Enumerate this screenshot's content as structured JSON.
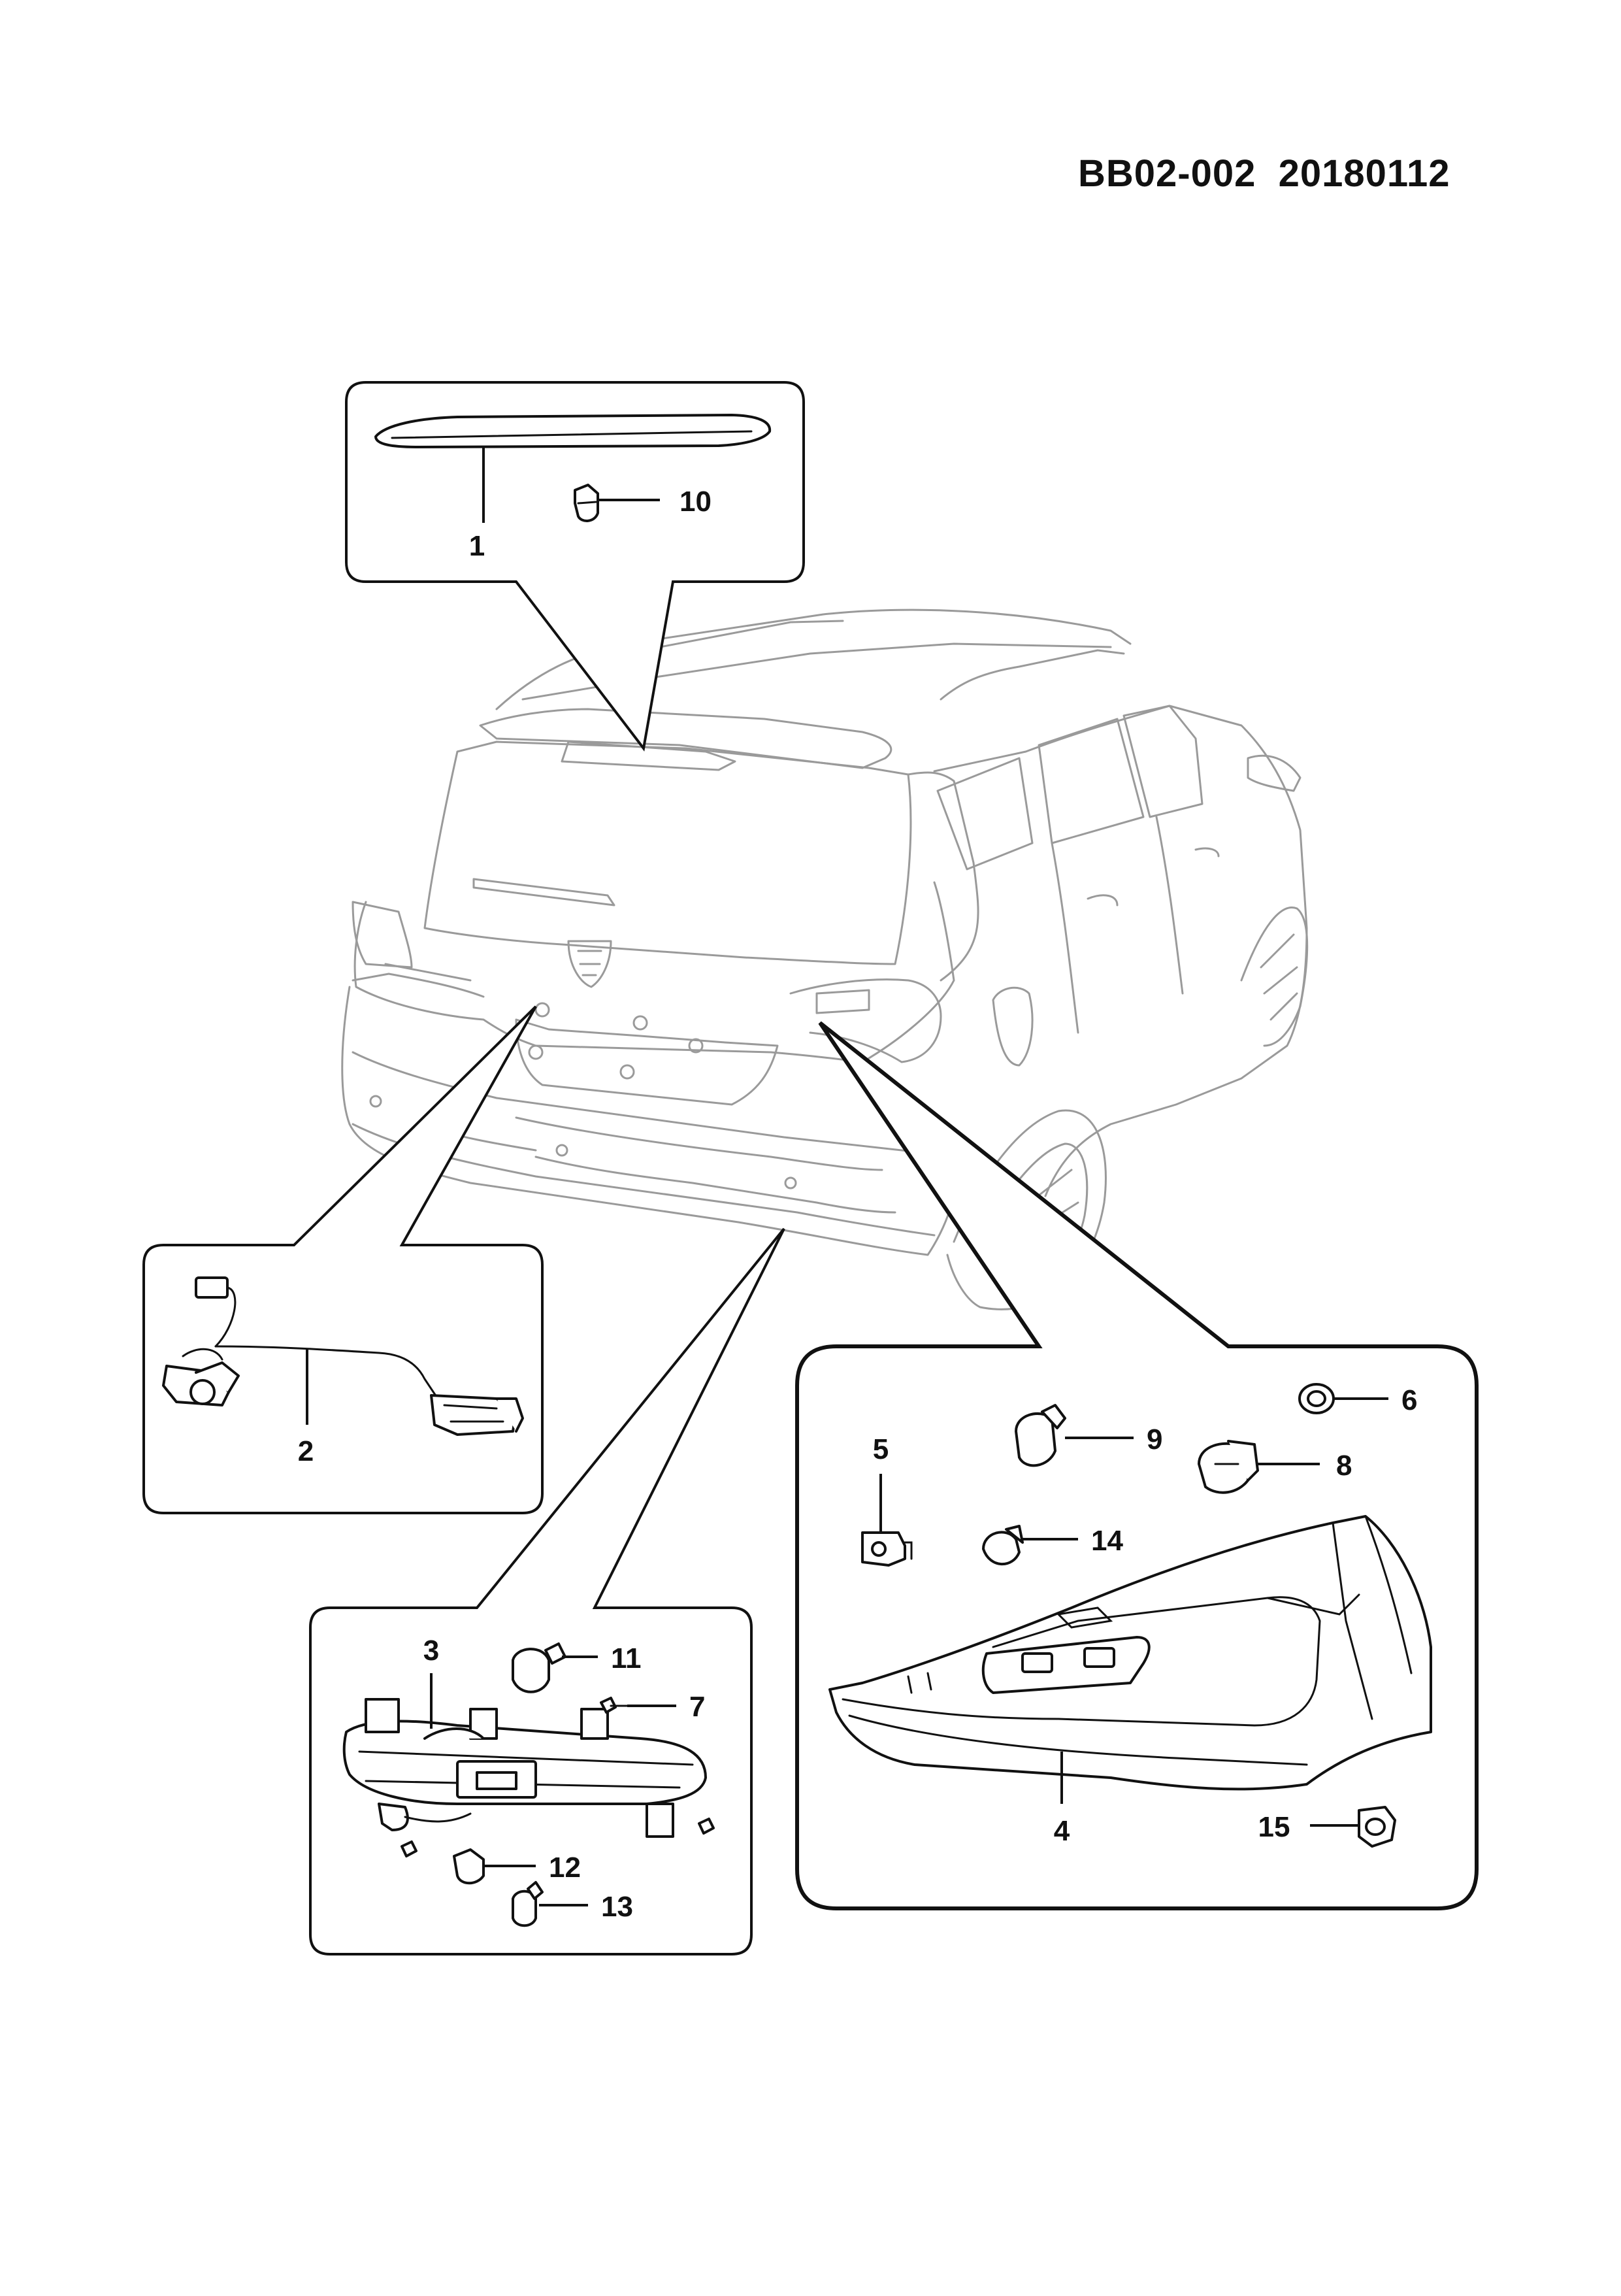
{
  "document": {
    "code_prefix": "BB02-002",
    "date": "20180112"
  },
  "callouts": [
    {
      "id": "1"
    },
    {
      "id": "2"
    },
    {
      "id": "3"
    },
    {
      "id": "4"
    },
    {
      "id": "5"
    },
    {
      "id": "6"
    },
    {
      "id": "7"
    },
    {
      "id": "8"
    },
    {
      "id": "9"
    },
    {
      "id": "10"
    },
    {
      "id": "11"
    },
    {
      "id": "12"
    },
    {
      "id": "13"
    },
    {
      "id": "14"
    },
    {
      "id": "15"
    }
  ],
  "icons": {
    "vehicle": "vehicle-rear-view-icon",
    "high_mount_lamp": "high-mount-stop-lamp-icon",
    "license_lamp_harness": "license-lamp-harness-icon",
    "rear_fog_lamp": "rear-bumper-lamp-icon",
    "tail_lamp": "tail-lamp-assembly-icon"
  },
  "colors": {
    "line_art": "#111111",
    "vehicle_line": "#9a9a9a",
    "accent_red": "#c0392b"
  }
}
